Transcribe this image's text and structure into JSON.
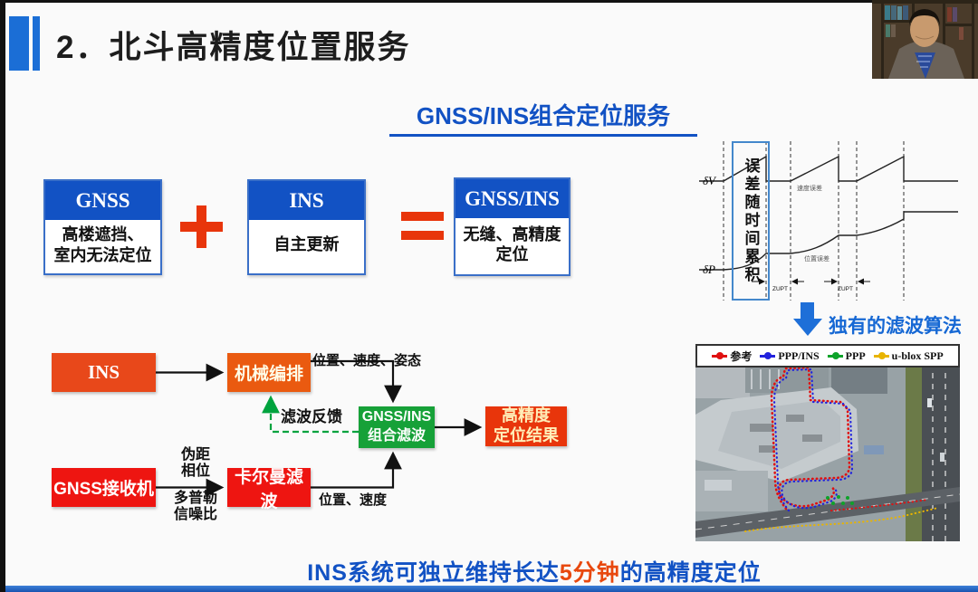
{
  "header": {
    "title": "2．北斗高精度位置服务"
  },
  "subtitle": "GNSS/INS组合定位服务",
  "equation": {
    "plus": "+",
    "equals": "=",
    "boxes": [
      {
        "header": "GNSS",
        "body": "高楼遮挡、\n室内无法定位"
      },
      {
        "header": "INS",
        "body": "自主更新"
      },
      {
        "header": "GNSS/INS",
        "body": "无缝、高精度\n定位"
      }
    ]
  },
  "flow": {
    "ins": "INS",
    "mech": "机械编排",
    "rx": "GNSS接收机",
    "kalman": "卡尔曼滤波",
    "fusion": "GNSS/INS\n组合滤波",
    "result": "高精度\n定位结果",
    "pvq": "位置、速度、姿态",
    "feedback": "滤波反馈",
    "pseudo": "伪距\n相位",
    "doppler": "多普勒\n信噪比",
    "pv": "位置、速度"
  },
  "error_chart": {
    "dv": "δV",
    "dp": "δP",
    "accum": "误差随时间累积",
    "vel": "速度误差",
    "pos": "位置误差",
    "zupt1": "ZUPT",
    "zupt2": "ZUPT"
  },
  "callout": "独有的滤波算法",
  "map": {
    "legend": [
      {
        "label": "参考",
        "color": "#e01111"
      },
      {
        "label": "PPP/INS",
        "color": "#2222dd"
      },
      {
        "label": "PPP",
        "color": "#0ea32a"
      },
      {
        "label": "u-blox SPP",
        "color": "#e8b400"
      }
    ]
  },
  "statement": {
    "prefix": "INS系统可独立维持长达",
    "highlight": "5分钟",
    "suffix": "的高精度定位"
  },
  "colors": {
    "accent_blue": "#1252c4",
    "title_blue": "#1b6ed6",
    "red_orange": "#e8350b",
    "flow_red": "#ee1511",
    "flow_orange": "#ea5a10",
    "flow_green": "#16a138"
  }
}
